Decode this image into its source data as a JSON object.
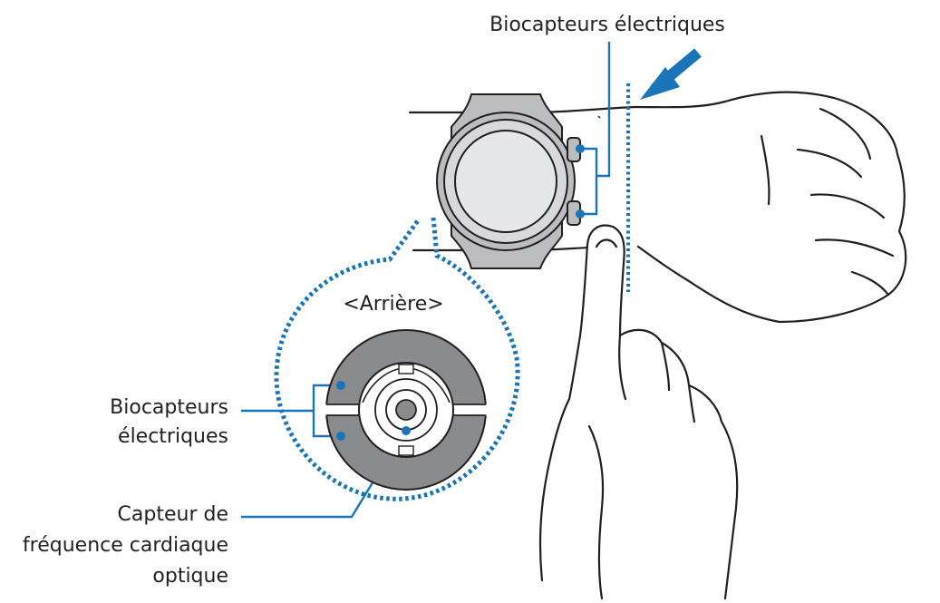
{
  "labels": {
    "top_electrical_sensors": "Biocapteurs électriques",
    "back_view": "<Arrière>",
    "side_electrical_sensors_line1": "Biocapteurs",
    "side_electrical_sensors_line2": "électriques",
    "optical_sensor_line1": "Capteur de",
    "optical_sensor_line2": "fréquence cardiaque",
    "optical_sensor_line3": "optique"
  },
  "colors": {
    "callout": "#1a75b8",
    "outline": "#231f20",
    "watch_body": "#bcbdbf",
    "sensor_fill": "#8a8b8c",
    "paper": "#ffffff"
  },
  "icons": {
    "arrow": "direction-arrow-icon"
  }
}
